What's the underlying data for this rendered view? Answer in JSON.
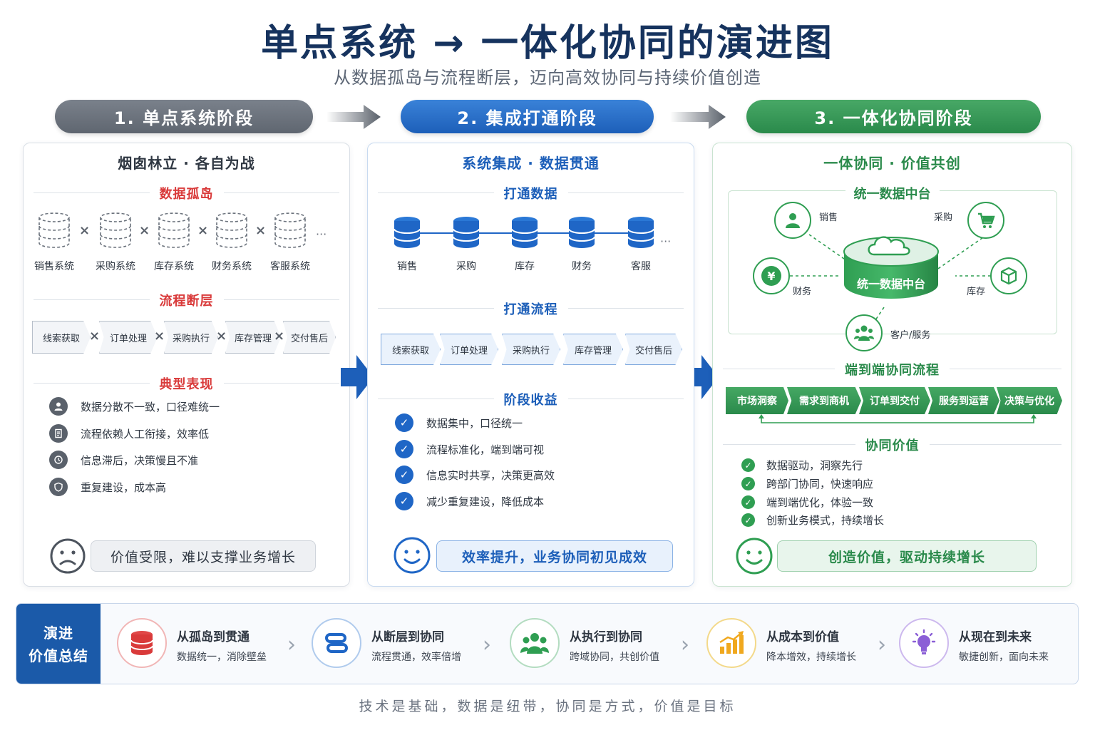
{
  "header": {
    "title": "单点系统 → 一体化协同的演进图",
    "subtitle": "从数据孤岛与流程断层，迈向高效协同与持续价值创造"
  },
  "stages": [
    {
      "label": "1. 单点系统阶段"
    },
    {
      "label": "2. 集成打通阶段"
    },
    {
      "label": "3. 一体化协同阶段"
    }
  ],
  "stage1": {
    "heading": "烟囱林立 · 各自为战",
    "islands_title": "数据孤岛",
    "systems": [
      "销售系统",
      "采购系统",
      "库存系统",
      "财务系统",
      "客服系统"
    ],
    "more": "···",
    "x": "×",
    "break_title": "流程断层",
    "flow": [
      "线索获取",
      "订单处理",
      "采购执行",
      "库存管理",
      "交付售后"
    ],
    "symptoms_title": "典型表现",
    "symptoms": [
      "数据分散不一致，口径难统一",
      "流程依赖人工衔接，效率低",
      "信息滞后，决策慢且不准",
      "重复建设，成本高"
    ],
    "verdict": "价值受限，难以支撑业务增长"
  },
  "stage2": {
    "heading": "系统集成 · 数据贯通",
    "data_title": "打通数据",
    "dbs": [
      "销售",
      "采购",
      "库存",
      "财务",
      "客服"
    ],
    "more": "···",
    "flow_title": "打通流程",
    "flow": [
      "线索获取",
      "订单处理",
      "采购执行",
      "库存管理",
      "交付售后"
    ],
    "benefit_title": "阶段收益",
    "benefits": [
      "数据集中，口径统一",
      "流程标准化，端到端可视",
      "信息实时共享，决策更高效",
      "减少重复建设，降低成本"
    ],
    "verdict": "效率提升，业务协同初见成效"
  },
  "stage3": {
    "heading": "一体协同 · 价值共创",
    "hub_title": "统一数据中台",
    "hub_center": "统一数据中台",
    "nodes": {
      "sales": "销售",
      "purchase": "采购",
      "finance": "财务",
      "inventory": "库存",
      "service": "客户/服务"
    },
    "currency_symbol": "¥",
    "e2e_title": "端到端协同流程",
    "e2e": [
      "市场洞察",
      "需求到商机",
      "订单到交付",
      "服务到运营",
      "决策与优化"
    ],
    "value_title": "协同价值",
    "values": [
      "数据驱动，洞察先行",
      "跨部门协同，快速响应",
      "端到端优化，体验一致",
      "创新业务模式，持续增长"
    ],
    "verdict": "创造价值，驱动持续增长"
  },
  "summary": {
    "label_line1": "演进",
    "label_line2": "价值总结",
    "items": [
      {
        "title": "从孤岛到贯通",
        "desc": "数据统一，消除壁垒"
      },
      {
        "title": "从断层到协同",
        "desc": "流程贯通，效率倍增"
      },
      {
        "title": "从执行到协同",
        "desc": "跨域协同，共创价值"
      },
      {
        "title": "从成本到价值",
        "desc": "降本增效，持续增长"
      },
      {
        "title": "从现在到未来",
        "desc": "敏捷创新，面向未来"
      }
    ]
  },
  "footer": "技术是基础，数据是纽带，协同是方式，价值是目标",
  "colors": {
    "gray": "#5f6670",
    "blue": "#1d5fb9",
    "green": "#2a8a4b",
    "red": "#d93a3a",
    "navy": "#16335e"
  }
}
